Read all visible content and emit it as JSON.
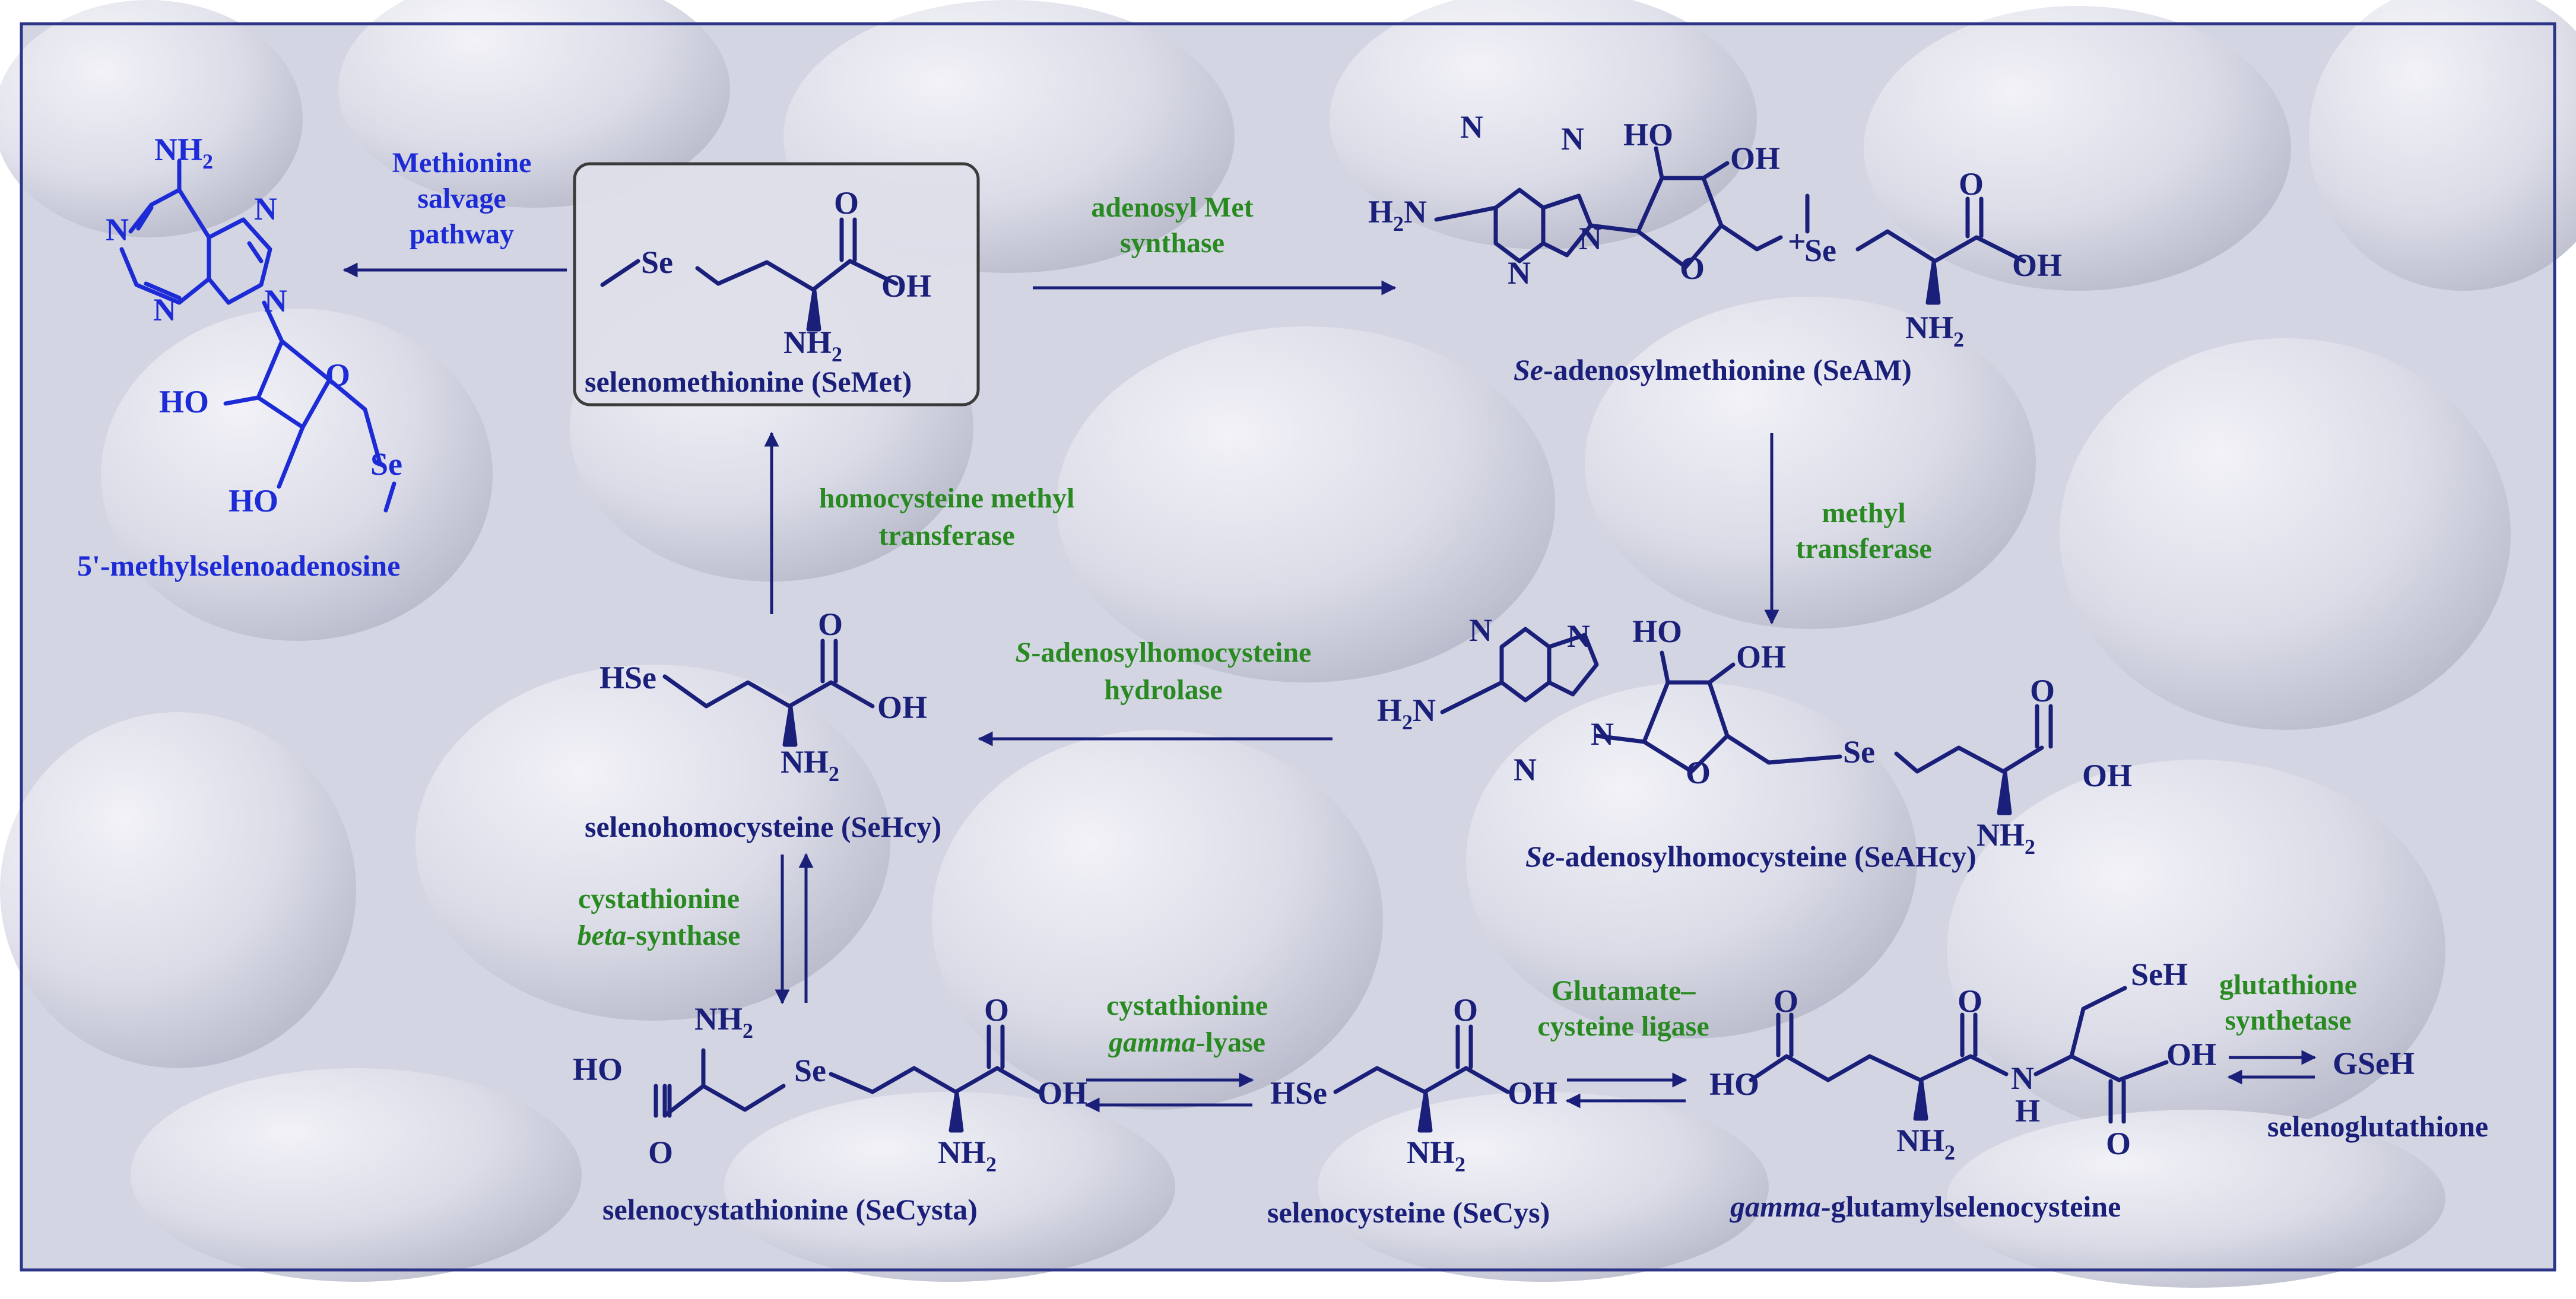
{
  "labels": {
    "semet": "selenomethionine (SeMet)",
    "seam_italic": "Se",
    "seam_rest": "-adenosylmethionine (SeAM)",
    "seahcy_italic": "Se",
    "seahcy_rest": "-adenosylhomocysteine (SeAHcy)",
    "sehcy": "selenohomocysteine (SeHcy)",
    "secysta": "selenocystathionine (SeCysta)",
    "secys": "selenocysteine (SeCys)",
    "gglu_italic": "gamma",
    "gglu_rest": "-glutamylselenocysteine",
    "mtsa": "5'-methylselenoadenosine",
    "gseh": "GSeH",
    "selenoglut": "selenoglutathione"
  },
  "enzymes": {
    "salvage": [
      "Methionine",
      "salvage",
      "pathway"
    ],
    "adenosyl": [
      "adenosyl Met",
      "synthase"
    ],
    "methyltransferase": [
      "methyl",
      "transferase"
    ],
    "sah_hydrolase": {
      "italic": "S",
      "rest": "-adenosylhomocysteine",
      "line2": "hydrolase"
    },
    "hmt": [
      "homocysteine methyl",
      "transferase"
    ],
    "cbs": {
      "line1": "cystathionine",
      "italic": "beta",
      "rest": "-synthase"
    },
    "cgl": {
      "line1": "cystathionine",
      "italic": "gamma",
      "rest": "-lyase"
    },
    "gcl": [
      "Glutamate–",
      "cysteine ligase"
    ],
    "gs": [
      "glutathione",
      "synthetase"
    ]
  },
  "atoms": {
    "se": "Se",
    "seplus": "Se",
    "plus": "+",
    "o": "O",
    "oh": "OH",
    "ho": "HO",
    "nh": "NH",
    "sub2": "2",
    "h": "H",
    "n": "N",
    "hse": "HSe",
    "seh": "SeH"
  },
  "colors": {
    "dark_blue": "#1a1f7a",
    "bright_blue": "#1c2bd6",
    "green": "#2a8a22",
    "frame": "#2c3588",
    "background": "#dcdde9"
  }
}
